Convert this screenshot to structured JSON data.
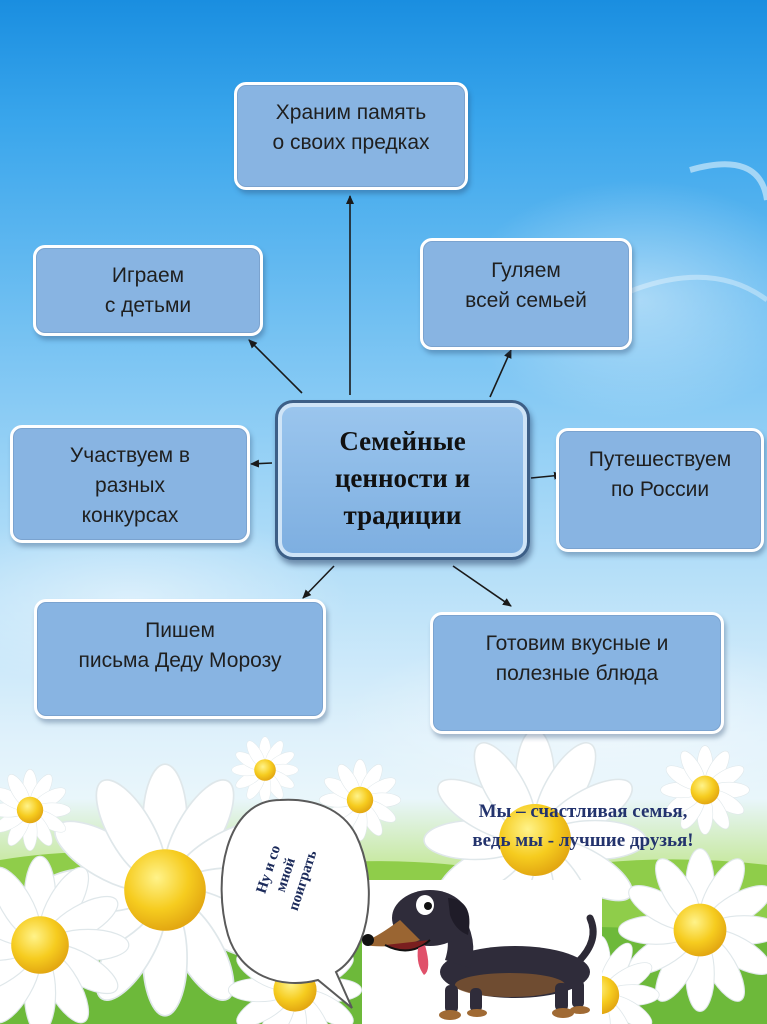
{
  "center": {
    "lines": [
      "Семейные",
      "ценности и",
      "традиции"
    ]
  },
  "boxes": {
    "memory": {
      "lines": [
        "Храним память",
        "о своих предках"
      ]
    },
    "play": {
      "lines": [
        "Играем",
        "с  детьми"
      ]
    },
    "walk": {
      "lines": [
        "Гуляем",
        "всей семьей"
      ]
    },
    "contests": {
      "lines": [
        "Участвуем в",
        "разных",
        "конкурсах"
      ]
    },
    "travel": {
      "lines": [
        "Путешествуем",
        "по России"
      ]
    },
    "letters": {
      "lines": [
        "Пишем",
        "письма  Деду Морозу"
      ]
    },
    "cooking": {
      "lines": [
        "Готовим вкусные и",
        "полезные блюда"
      ]
    }
  },
  "motto": {
    "lines": [
      "Мы – счастливая семья,",
      "ведь мы - лучшие друзья!"
    ]
  },
  "speech_bubble": {
    "lines": [
      "Ну и со",
      "мной",
      "поиграть"
    ]
  },
  "colors": {
    "box_fill": "#88b4e2",
    "box_border": "#ffffff",
    "center_border": "#3d5f87",
    "motto_text": "#23336d",
    "sky": "#3aa6ec"
  }
}
